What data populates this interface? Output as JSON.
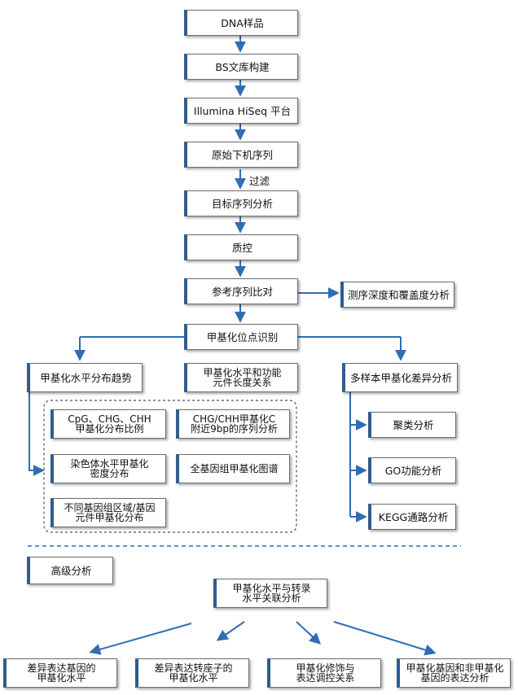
{
  "flow": {
    "dna": "DNA样品",
    "bs": "BS文库构建",
    "illumina": "Illumina HiSeq 平台",
    "raw": "原始下机序列",
    "filter": "过滤",
    "target": "目标序列分析",
    "qc": "质控",
    "ref": "参考序列比对",
    "depth": "测序深度和覆盖度分析",
    "site": "甲基化位点识别"
  },
  "branches": {
    "trend": "甲基化水平分布趋势",
    "function": "甲基化水平和功能\n元件长度关系",
    "multi": "多样本甲基化差异分析"
  },
  "trend_items": {
    "cpg": "CpG、CHG、CHH\n甲基化分布比例",
    "chg": "CHG/CHH甲基化C\n附近9bp的序列分析",
    "chrom": "染色体水平甲基化\n密度分布",
    "genome": "全基因组甲基化图谱",
    "regions": "不同基因组区域/基因\n元件甲基化分布"
  },
  "multi_items": {
    "cluster": "聚类分析",
    "go": "GO功能分析",
    "kegg": "KEGG通路分析"
  },
  "advanced": {
    "title": "高级分析",
    "center": "甲基化水平与转录\n水平关联分析",
    "b1": "差异表达基因的\n甲基化水平",
    "b2": "差异表达转座子的\n甲基化水平",
    "b3": "甲基化修饰与\n表达调控关系",
    "b4": "甲基化基因和非甲基化\n基因的表达分析"
  },
  "colors": {
    "arrow": "#2f6db5",
    "accent": "#2e5d8e",
    "border": "#6d6d6d"
  }
}
